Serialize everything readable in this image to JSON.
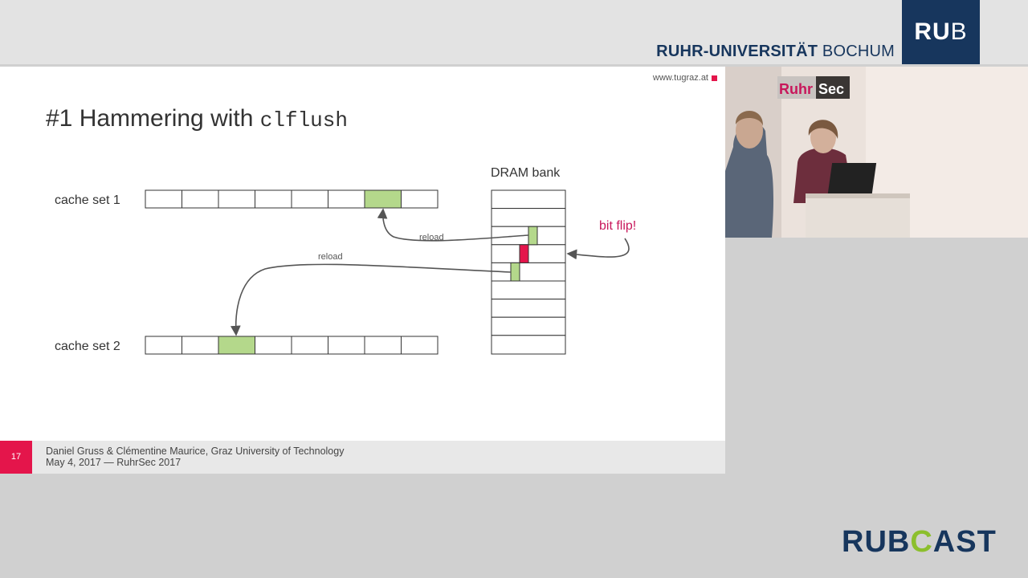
{
  "header": {
    "uni_bold": "RUHR-UNIVERSITÄT",
    "uni_regular": " BOCHUM",
    "logo_bold": "RU",
    "logo_thin": "B"
  },
  "slide": {
    "url": "www.tugraz.at",
    "title_prefix": "#1 Hammering with ",
    "title_code": "clflush",
    "labels": {
      "cache_set_1": "cache set 1",
      "cache_set_2": "cache set 2",
      "dram_bank": "DRAM bank",
      "bit_flip": "bit flip!",
      "reload_1": "reload",
      "reload_2": "reload"
    },
    "footer": {
      "page": "17",
      "line1": "Daniel Gruss & Clémentine Maurice, Graz University of Technology",
      "line2": "May 4, 2017 — RuhrSec 2017"
    }
  },
  "video": {
    "banner_left": "Ruhr",
    "banner_right": "Sec"
  },
  "branding": {
    "rubcast_left": "RUB",
    "rubcast_mid": "C",
    "rubcast_right": "AST"
  },
  "colors": {
    "rub_blue": "#17365d",
    "tugraz_red": "#e4154b",
    "highlight_green": "#b4d88b",
    "flip_red": "#e4154b"
  }
}
